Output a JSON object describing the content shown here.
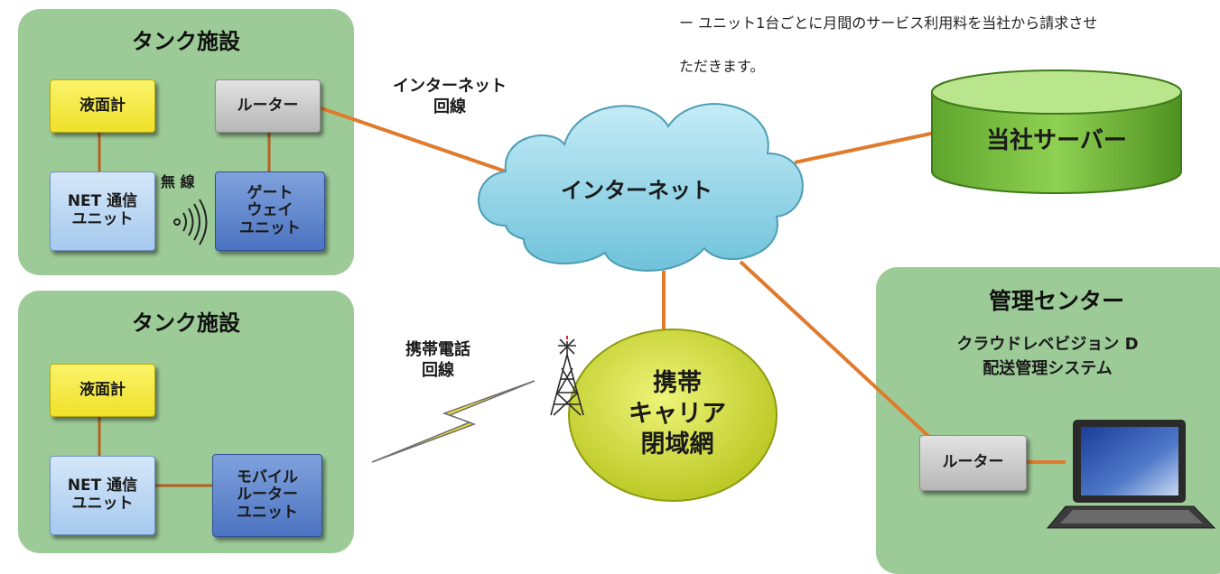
{
  "notice": {
    "line1": "ー ユニット1台ごとに月間のサービス利用料を当社から請求させ",
    "line2": "ただきます。"
  },
  "tank1": {
    "title": "タンク施設",
    "level_gauge": "液面計",
    "router": "ルーター",
    "net_unit": "NET 通信\nユニット",
    "gateway": "ゲート\nウェイ\nユニット",
    "wireless_label": "無 線"
  },
  "tank2": {
    "title": "タンク施設",
    "level_gauge": "液面計",
    "net_unit": "NET 通信\nユニット",
    "mobile_router": "モバイル\nルーター\nユニット"
  },
  "internet_line_label": "インターネット\n回線",
  "internet_label": "インターネット",
  "mobile_line_label": "携帯電話\n回線",
  "carrier_label": "携帯\nキャリア\n閉域網",
  "server_label": "当社サーバー",
  "center": {
    "title": "管理センター",
    "subtitle": "クラウドレベビジョン D\n配送管理システム",
    "router": "ルーター"
  },
  "colors": {
    "panel": "#9dcb98",
    "line": "#e07a2c",
    "cloud": "#8fd3e6",
    "server": "#7cc243",
    "carrier": "#d6e43a",
    "bolt": "#f2e23a"
  },
  "icons": [
    "wireless-signal-icon",
    "cloud-icon",
    "database-icon",
    "antenna-tower-icon",
    "lightning-icon",
    "laptop-icon"
  ]
}
